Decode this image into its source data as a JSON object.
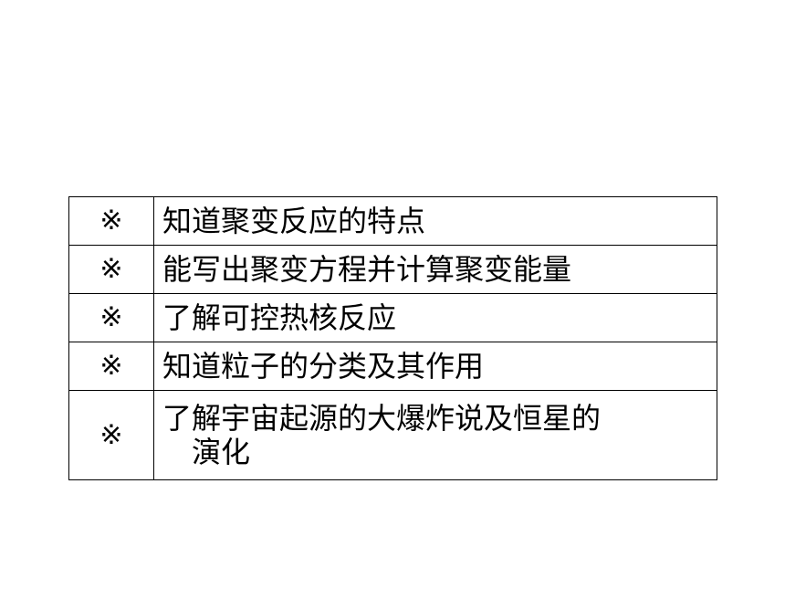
{
  "table": {
    "rows": [
      {
        "mark": "※",
        "lines": [
          "知道聚变反应的特点"
        ]
      },
      {
        "mark": "※",
        "lines": [
          "能写出聚变方程并计算聚变能量"
        ]
      },
      {
        "mark": "※",
        "lines": [
          "了解可控热核反应"
        ]
      },
      {
        "mark": "※",
        "lines": [
          "知道粒子的分类及其作用"
        ]
      },
      {
        "mark": "※",
        "lines": [
          "了解宇宙起源的大爆炸说及恒星的",
          "演化"
        ]
      }
    ]
  }
}
